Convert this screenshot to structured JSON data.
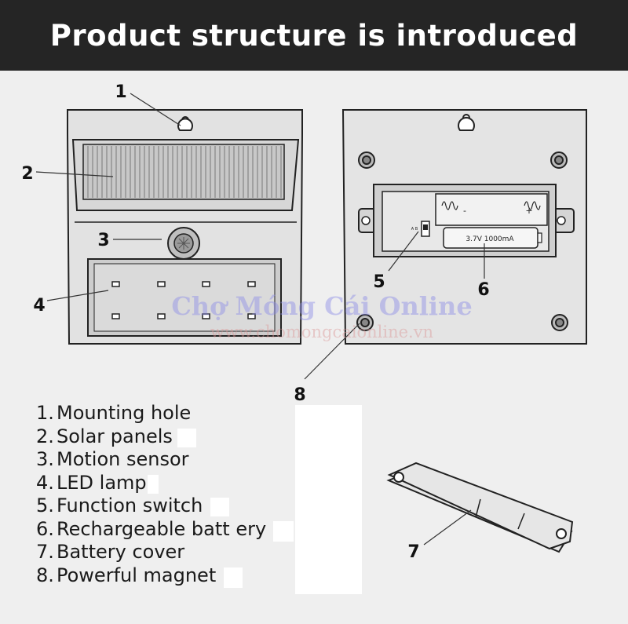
{
  "header": {
    "title": "Product structure is introduced"
  },
  "callouts": [
    "1",
    "2",
    "3",
    "4",
    "5",
    "6",
    "7",
    "8"
  ],
  "battery_label": "3.7V  1000mA",
  "battery_minus": "-",
  "battery_plus": "+",
  "switch_label": "A\nB",
  "watermark": {
    "title": "Chợ Móng Cái Online",
    "url": "www.chomongcaionline.vn"
  },
  "legend": [
    {
      "num": "1.",
      "label": "Mounting hole"
    },
    {
      "num": "2.",
      "label": "Solar panels"
    },
    {
      "num": "3.",
      "label": "Motion sensor"
    },
    {
      "num": "4.",
      "label": "LED lamp"
    },
    {
      "num": "5.",
      "label": "Function switch"
    },
    {
      "num": "6.",
      "label": "Rechargeable batt ery"
    },
    {
      "num": "7.",
      "label": "Battery cover"
    },
    {
      "num": "8.",
      "label": "Powerful magnet"
    }
  ]
}
